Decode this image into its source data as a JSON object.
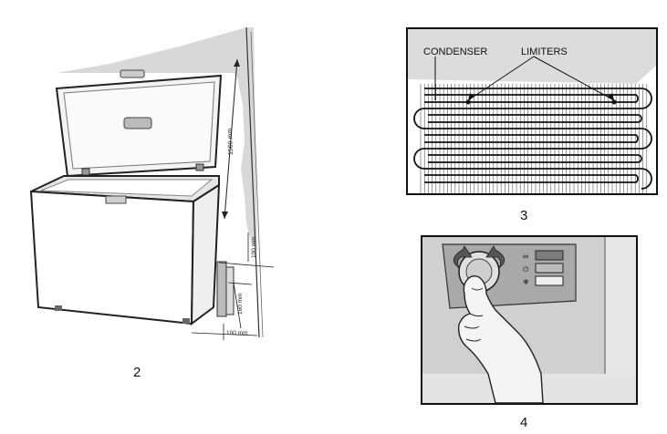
{
  "figures": {
    "fig2": {
      "number": "2",
      "dim_height": "1560 mm",
      "dim_top_gap": "100 mm",
      "dim_side": "160 mm",
      "dim_bottom": "100 mm"
    },
    "fig3": {
      "number": "3",
      "label_condenser": "CONDENSER",
      "label_limiters": "LIMITERS"
    },
    "fig4": {
      "number": "4",
      "symbol_infinity": "∞",
      "symbol_power": "⏻",
      "symbol_snow": "❄"
    }
  }
}
